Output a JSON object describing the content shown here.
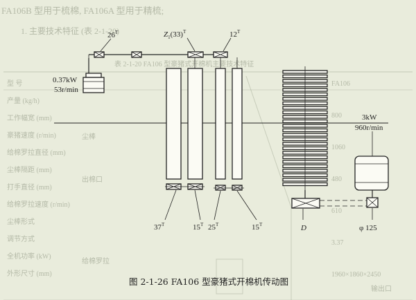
{
  "background_text": {
    "top_line": "FA106B 型用于梳棉, FA106A 型用于精梳;",
    "sub_heading": "1. 主要技术特征 (表 2-1-20)",
    "table_caption": "表 2-1-20  FA106 型豪猪式开棉机主要技术特征",
    "row_labels": [
      "型 号",
      "产量 (kg/h)",
      "工作幅宽 (mm)",
      "豪猪速度 (r/min)",
      "给棉罗拉直径 (mm)",
      "尘棒隔距 (mm)",
      "打手直径 (mm)",
      "给棉罗拉速度 (r/min)",
      "尘棒形式",
      "调节方式",
      "全机功率 (kW)",
      "外形尺寸 (mm)"
    ],
    "col_values": [
      "FA106",
      "800",
      "1060",
      "480",
      "610",
      "3.37",
      "1960×1860×2450"
    ],
    "side_labels": [
      "尘棒",
      "出棉口",
      "给棉罗拉",
      "输出口"
    ]
  },
  "labels": {
    "gear_26": "26",
    "gear_26_sup": "T",
    "gear_z1": "Z",
    "gear_z1_sub": "1",
    "gear_z1_rest": "(33)",
    "gear_z1_sup": "T",
    "gear_12": "12",
    "gear_12_sup": "T",
    "motor_small_power": "0.37kW",
    "motor_small_speed": "53r/min",
    "motor_big_power": "3kW",
    "motor_big_speed": "960r/min",
    "gear_37": "37",
    "gear_37_sup": "T",
    "gear_15a": "15",
    "gear_15a_sup": "T",
    "gear_25": "25",
    "gear_25_sup": "T",
    "gear_15b": "15",
    "gear_15b_sup": "T",
    "pulley_d": "D",
    "pulley_125": "φ 125",
    "caption": "图 2-1-26   FA106 型豪猪式开棉机传动图"
  },
  "colors": {
    "ink": "#222222",
    "paper": "#e9ecdc",
    "ghost": "#8a917c"
  }
}
